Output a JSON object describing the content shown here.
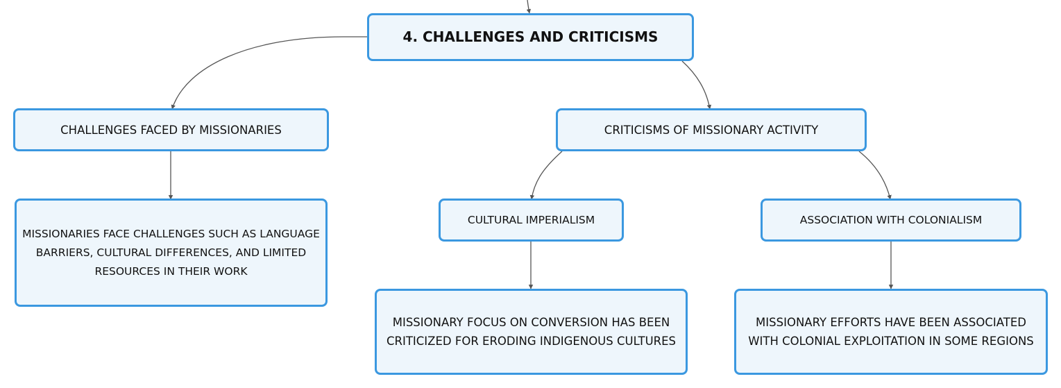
{
  "diagram": {
    "root": {
      "label": "4. CHALLENGES AND CRITICISMS"
    },
    "challenges": {
      "label": "CHALLENGES FACED BY MISSIONARIES",
      "detail": "MISSIONARIES FACE CHALLENGES SUCH AS LANGUAGE BARRIERS, CULTURAL DIFFERENCES, AND LIMITED RESOURCES IN THEIR WORK"
    },
    "criticisms": {
      "label": "CRITICISMS OF MISSIONARY ACTIVITY",
      "imperialism": {
        "label": "CULTURAL IMPERIALISM",
        "detail": "MISSIONARY FOCUS ON CONVERSION HAS BEEN CRITICIZED FOR ERODING INDIGENOUS CULTURES"
      },
      "colonialism": {
        "label": "ASSOCIATION WITH COLONIALISM",
        "detail": "MISSIONARY EFFORTS HAVE BEEN ASSOCIATED WITH COLONIAL EXPLOITATION IN SOME REGIONS"
      }
    }
  },
  "colors": {
    "node_border": "#3b98e0",
    "node_fill": "#eef6fc",
    "connector": "#555555"
  }
}
